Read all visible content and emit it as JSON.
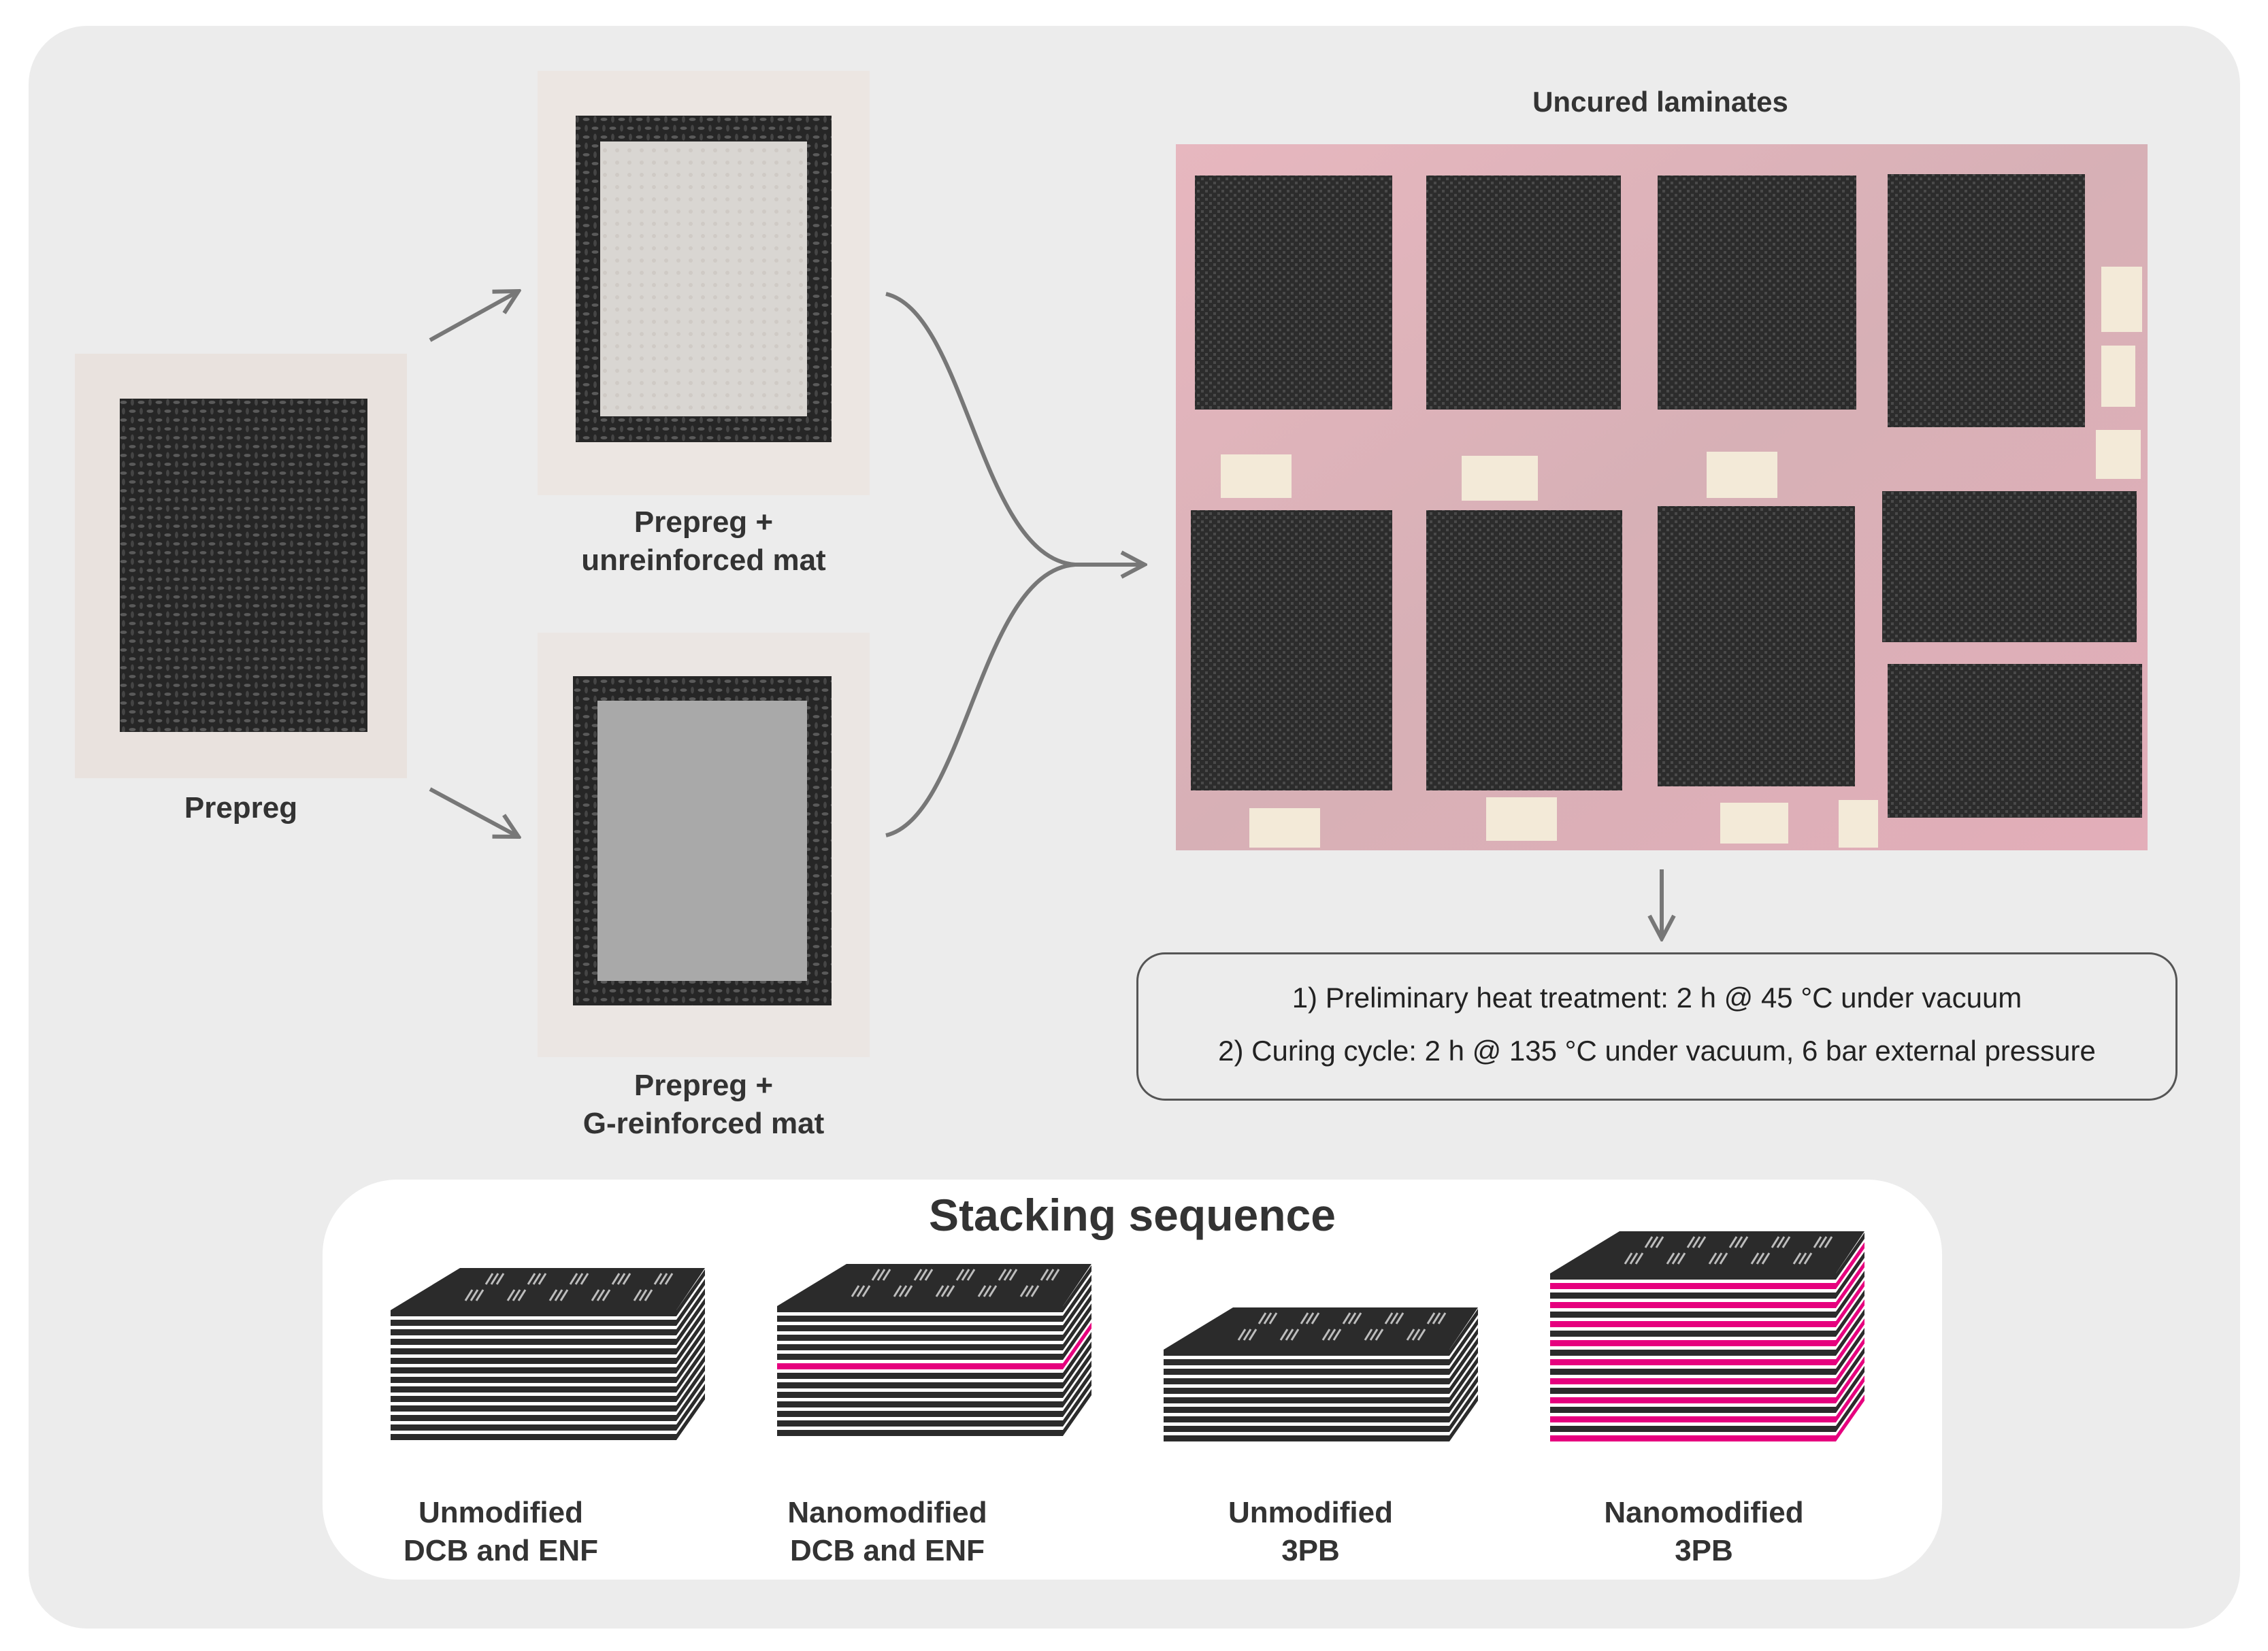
{
  "prepreg": {
    "label": "Prepreg"
  },
  "unreinforced": {
    "line1": "Prepreg +",
    "line2": "unreinforced mat"
  },
  "reinforced": {
    "line1": "Prepreg +",
    "line2": "G-reinforced mat"
  },
  "laminates": {
    "title": "Uncured laminates"
  },
  "curing": {
    "step1": "1) Preliminary heat treatment: 2 h @ 45 °C under vacuum",
    "step2": "2) Curing cycle: 2 h @ 135 °C under vacuum, 6 bar external pressure"
  },
  "stacking": {
    "title": "Stacking sequence",
    "items": [
      {
        "line1": "Unmodified",
        "line2": "DCB and ENF"
      },
      {
        "line1": "Nanomodified",
        "line2": "DCB and ENF"
      },
      {
        "line1": "Unmodified",
        "line2": "3PB"
      },
      {
        "line1": "Nanomodified",
        "line2": "3PB"
      }
    ]
  },
  "colors": {
    "panel": "#ececec",
    "carbon": "#2b2b2b",
    "nanomat": "#e6007e",
    "arrow": "#777777"
  }
}
